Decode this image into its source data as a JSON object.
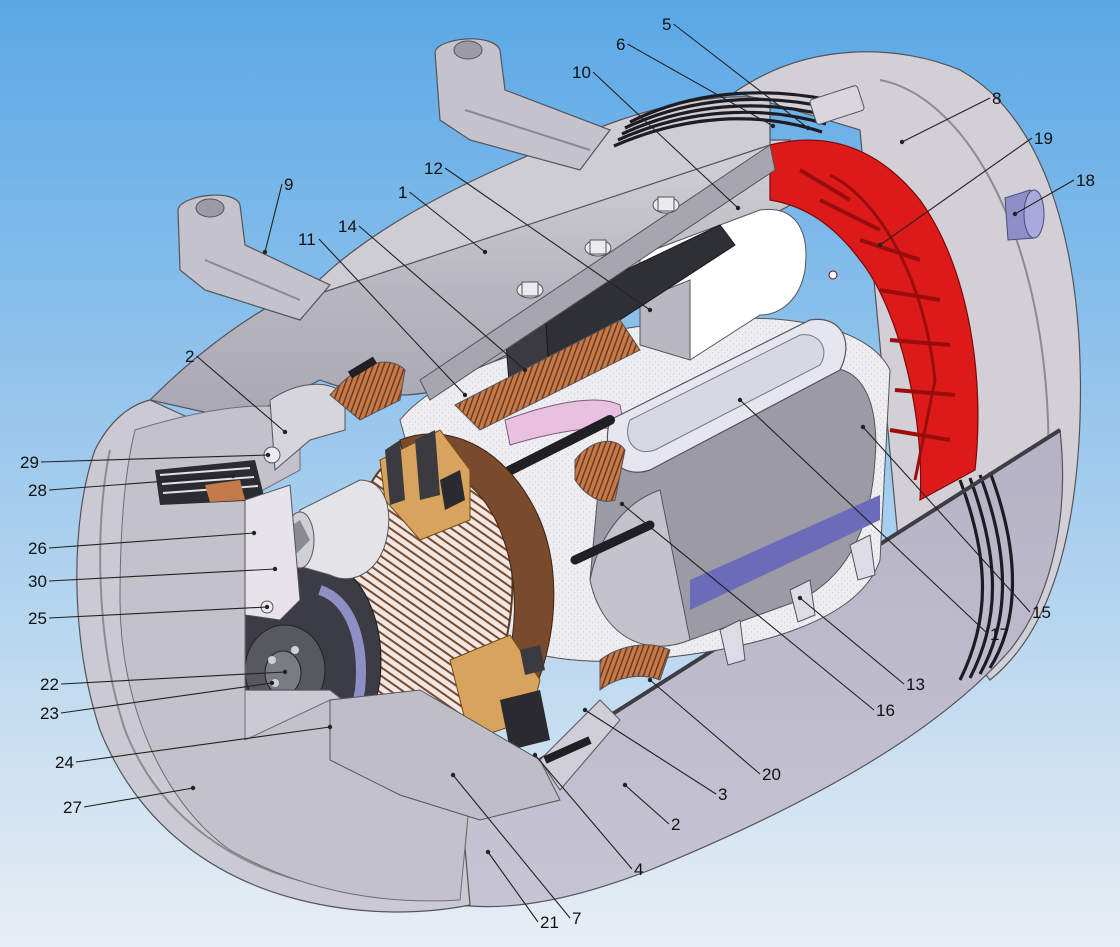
{
  "diagram": {
    "background": {
      "top": "#5aa8e6",
      "bottom": "#e8eef4"
    },
    "colors": {
      "housing": "#c9c7cc",
      "housing_dark": "#8f8d95",
      "end_shield": "#d2d0d6",
      "fan": "#dd1a1a",
      "fan_dark": "#9b0d0d",
      "armature": "#f2f2f4",
      "commutator": "#7a4a2c",
      "winding": "#b86a3a",
      "pole_shoe": "#e9c0e0",
      "brush_holder": "#d8a35c",
      "pole_cover": "#e6e6ee",
      "shaft_end": "#8f8fc8",
      "dark_block": "#3a3a40",
      "lead_cables": "#1f1f24",
      "bolt": "#ebebef"
    },
    "labels": [
      {
        "id": "1",
        "text": "1"
      },
      {
        "id": "2a",
        "text": "2"
      },
      {
        "id": "2b",
        "text": "2"
      },
      {
        "id": "3",
        "text": "3"
      },
      {
        "id": "4",
        "text": "4"
      },
      {
        "id": "5",
        "text": "5"
      },
      {
        "id": "6",
        "text": "6"
      },
      {
        "id": "7",
        "text": "7"
      },
      {
        "id": "8",
        "text": "8"
      },
      {
        "id": "9",
        "text": "9"
      },
      {
        "id": "10",
        "text": "10"
      },
      {
        "id": "11",
        "text": "11"
      },
      {
        "id": "12",
        "text": "12"
      },
      {
        "id": "13",
        "text": "13"
      },
      {
        "id": "14",
        "text": "14"
      },
      {
        "id": "15",
        "text": "15"
      },
      {
        "id": "16",
        "text": "16"
      },
      {
        "id": "17",
        "text": "17"
      },
      {
        "id": "18",
        "text": "18"
      },
      {
        "id": "19",
        "text": "19"
      },
      {
        "id": "20",
        "text": "20"
      },
      {
        "id": "21",
        "text": "21"
      },
      {
        "id": "22",
        "text": "22"
      },
      {
        "id": "23",
        "text": "23"
      },
      {
        "id": "24",
        "text": "24"
      },
      {
        "id": "25",
        "text": "25"
      },
      {
        "id": "26",
        "text": "26"
      },
      {
        "id": "27",
        "text": "27"
      },
      {
        "id": "28",
        "text": "28"
      },
      {
        "id": "29",
        "text": "29"
      },
      {
        "id": "30",
        "text": "30"
      }
    ]
  }
}
